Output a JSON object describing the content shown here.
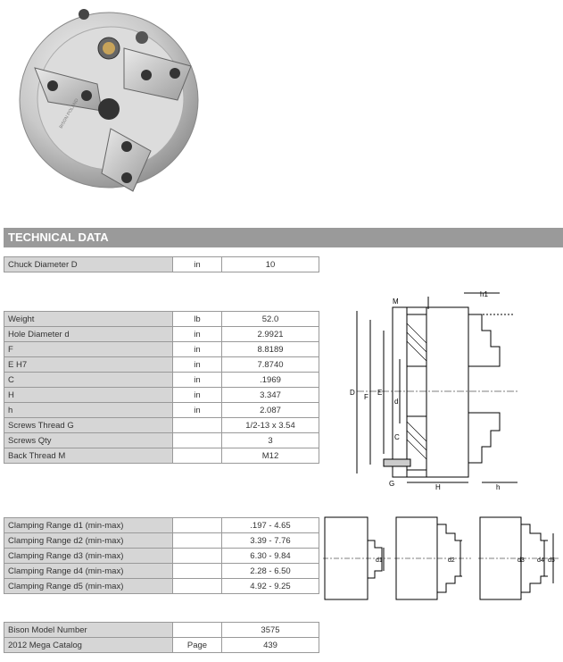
{
  "section_title": "TECHNICAL DATA",
  "chuck": [
    {
      "label": "Chuck Diameter D",
      "unit": "in",
      "value": "10"
    }
  ],
  "specs": [
    {
      "label": "Weight",
      "unit": "lb",
      "value": "52.0"
    },
    {
      "label": "Hole Diameter d",
      "unit": "in",
      "value": "2.9921"
    },
    {
      "label": "F",
      "unit": "in",
      "value": "8.8189"
    },
    {
      "label": "E H7",
      "unit": "in",
      "value": "7.8740"
    },
    {
      "label": "C",
      "unit": "in",
      "value": ".1969"
    },
    {
      "label": "H",
      "unit": "in",
      "value": "3.347"
    },
    {
      "label": "h",
      "unit": "in",
      "value": "2.087"
    },
    {
      "label": "Screws Thread G",
      "unit": "",
      "value": "1/2-13 x 3.54"
    },
    {
      "label": "Screws Qty",
      "unit": "",
      "value": "3"
    },
    {
      "label": "Back Thread M",
      "unit": "",
      "value": "M12"
    }
  ],
  "clamping": [
    {
      "label": "Clamping Range d1 (min-max)",
      "unit": "",
      "value": ".197 - 4.65"
    },
    {
      "label": "Clamping Range d2 (min-max)",
      "unit": "",
      "value": "3.39 - 7.76"
    },
    {
      "label": "Clamping Range d3 (min-max)",
      "unit": "",
      "value": "6.30 - 9.84"
    },
    {
      "label": "Clamping Range d4 (min-max)",
      "unit": "",
      "value": "2.28 - 6.50"
    },
    {
      "label": "Clamping Range d5 (min-max)",
      "unit": "",
      "value": "4.92 - 9.25"
    }
  ],
  "catalog": [
    {
      "label": "Bison Model Number",
      "unit": "",
      "value": "3575"
    },
    {
      "label": "2012 Mega Catalog",
      "unit": "Page",
      "value": "439"
    }
  ],
  "drawing_labels": {
    "M": "M",
    "h1": "h1",
    "D": "D",
    "F": "F",
    "E": "E",
    "d": "d",
    "C": "C",
    "G": "G",
    "H": "H",
    "h": "h",
    "d1": "d1",
    "d2": "d2",
    "d3": "d3",
    "d4": "d4",
    "d5": "d5"
  }
}
